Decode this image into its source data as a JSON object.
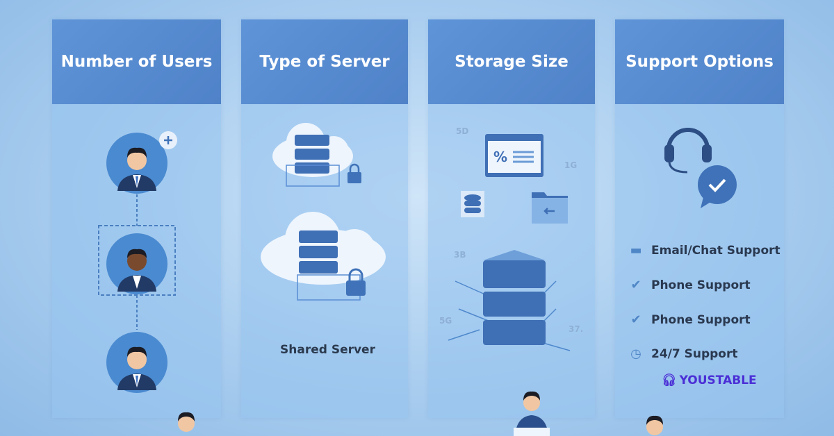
{
  "columns": [
    {
      "title": "Number of Users"
    },
    {
      "title": "Type of Server",
      "caption": "Shared Server"
    },
    {
      "title": "Storage Size",
      "labels": [
        "5D",
        "1G",
        "3B",
        "5G",
        "37."
      ]
    },
    {
      "title": "Support Options",
      "items": [
        {
          "icon": "email-chat-icon",
          "label": "Email/Chat Support"
        },
        {
          "icon": "check-icon",
          "label": "Phone Support"
        },
        {
          "icon": "check-icon",
          "label": "Phone Support"
        },
        {
          "icon": "clock-icon",
          "label": "24/7 Support"
        }
      ]
    }
  ],
  "brand": {
    "name": "YOUSTABLE",
    "color": "#4b2fd6"
  },
  "colors": {
    "header": "#5a8ed4",
    "accent": "#3f72b8"
  }
}
